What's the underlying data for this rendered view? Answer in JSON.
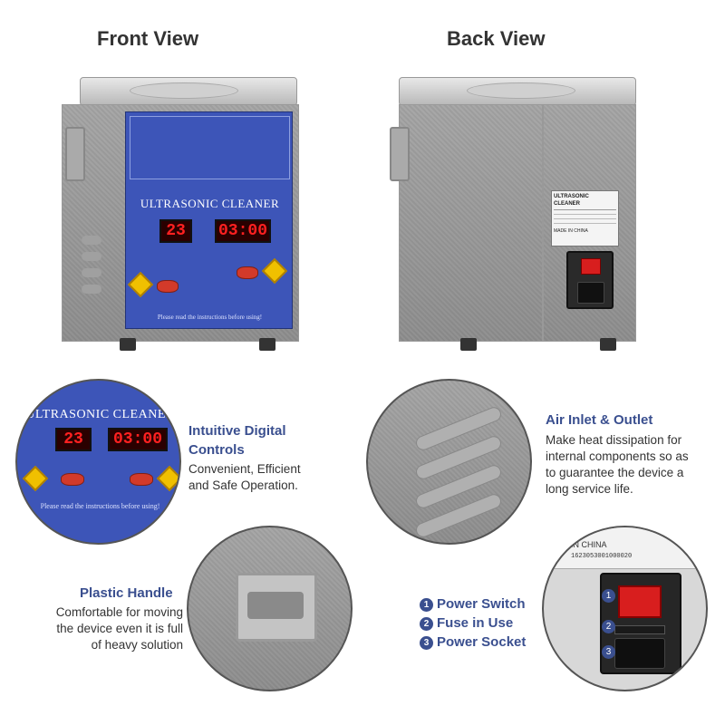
{
  "titles": {
    "front": "Front View",
    "back": "Back View"
  },
  "front_panel": {
    "label": "ULTRASONIC CLEANER",
    "temp_display": "23",
    "time_display": "03:00",
    "footer": "Please read the instructions before using!"
  },
  "back_label": {
    "title": "ULTRASONIC CLEANER",
    "made_in": "MADE IN CHINA"
  },
  "callouts": {
    "digital": {
      "title_line1": "Intuitive Digital",
      "title_line2": "Controls",
      "text_line1": "Convenient, Efficient",
      "text_line2": "and Safe Operation."
    },
    "air": {
      "title": "Air Inlet & Outlet",
      "text_line1": "Make heat dissipation for",
      "text_line2": "internal components so as",
      "text_line3": "to guarantee the device a",
      "text_line4": "long service life."
    },
    "handle": {
      "title": "Plastic Handle",
      "text_line1": "Comfortable for moving",
      "text_line2": "the device even it is full",
      "text_line3": "of heavy solution"
    },
    "power": {
      "items": [
        {
          "num": "1",
          "label": "Power Switch"
        },
        {
          "num": "2",
          "label": "Fuse in Use"
        },
        {
          "num": "3",
          "label": "Power Socket"
        }
      ],
      "closeup_text": "IN CHINA",
      "closeup_serial": "1623053001000020"
    }
  },
  "colors": {
    "panel_blue": "#3d55b8",
    "accent_text": "#3a4f8f",
    "led_red": "#ff2020"
  }
}
